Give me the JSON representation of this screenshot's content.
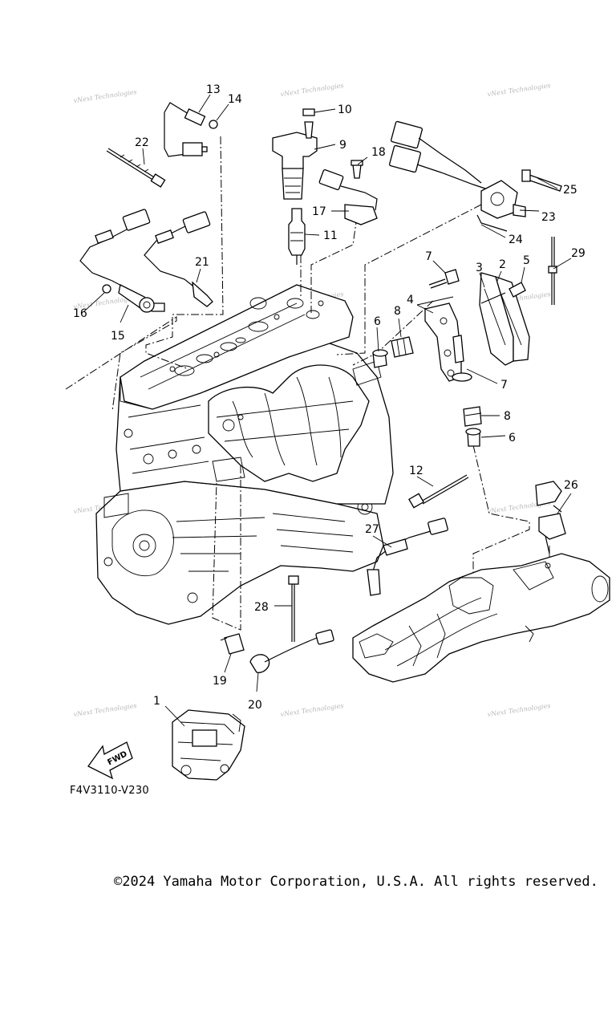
{
  "diagram": {
    "code": "F4V3110-V230",
    "fwd_label": "FWD",
    "watermark": "vNext Technologies",
    "callouts": {
      "c1": "1",
      "c2": "2",
      "c3": "3",
      "c4": "4",
      "c5": "5",
      "c6": "6",
      "c6b": "6",
      "c7": "7",
      "c7b": "7",
      "c8": "8",
      "c8b": "8",
      "c9": "9",
      "c10": "10",
      "c11": "11",
      "c12": "12",
      "c13": "13",
      "c14": "14",
      "c15": "15",
      "c16": "16",
      "c17": "17",
      "c18": "18",
      "c19": "19",
      "c20": "20",
      "c21": "21",
      "c22": "22",
      "c23": "23",
      "c24": "24",
      "c25": "25",
      "c26": "26",
      "c27": "27",
      "c28": "28",
      "c29": "29"
    }
  },
  "footer": {
    "copyright": "©2024 Yamaha Motor Corporation, U.S.A. All rights reserved."
  }
}
